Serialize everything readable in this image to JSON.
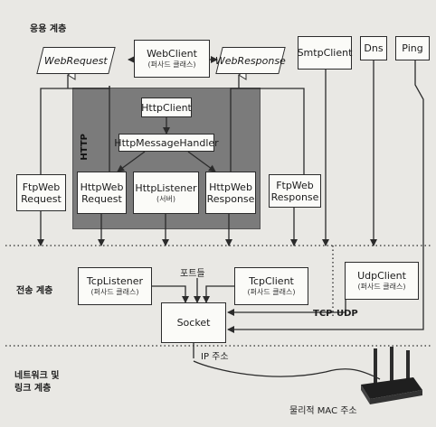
{
  "layers": {
    "application": "응용 계층",
    "transport": "전송 계층",
    "network_line1": "네트워크 및",
    "network_line2": "링크 계층"
  },
  "side_labels": {
    "http": "HTTP",
    "tcp": "TCP",
    "udp": "UDP"
  },
  "boxes": {
    "web_request": "WebRequest",
    "web_client": "WebClient",
    "web_client_sub": "(퍼사드 클래스)",
    "web_response": "WebResponse",
    "smtp_client": "SmtpClient",
    "dns": "Dns",
    "ping": "Ping",
    "http_client": "HttpClient",
    "http_message_handler": "HttpMessageHandler",
    "ftp_web_request_1": "FtpWeb",
    "ftp_web_request_2": "Request",
    "http_web_request_1": "HttpWeb",
    "http_web_request_2": "Request",
    "http_listener": "HttpListener",
    "http_listener_sub": "(서버)",
    "http_web_response_1": "HttpWeb",
    "http_web_response_2": "Response",
    "ftp_web_response_1": "FtpWeb",
    "ftp_web_response_2": "Response",
    "tcp_listener": "TcpListener",
    "tcp_listener_sub": "(퍼사드 클래스)",
    "tcp_client": "TcpClient",
    "tcp_client_sub": "(퍼사드 클래스)",
    "udp_client": "UdpClient",
    "udp_client_sub": "(퍼사드 클래스)",
    "socket": "Socket"
  },
  "annotations": {
    "ports": "포트들",
    "ip_address": "IP 주소",
    "mac_address": "물리적 MAC 주소"
  },
  "colors": {
    "background": "#e9e8e4",
    "box_fill": "#fbfbf8",
    "http_panel": "#7b7b7b",
    "line": "#2b2b2b"
  },
  "icons": {
    "router": "router-icon"
  }
}
